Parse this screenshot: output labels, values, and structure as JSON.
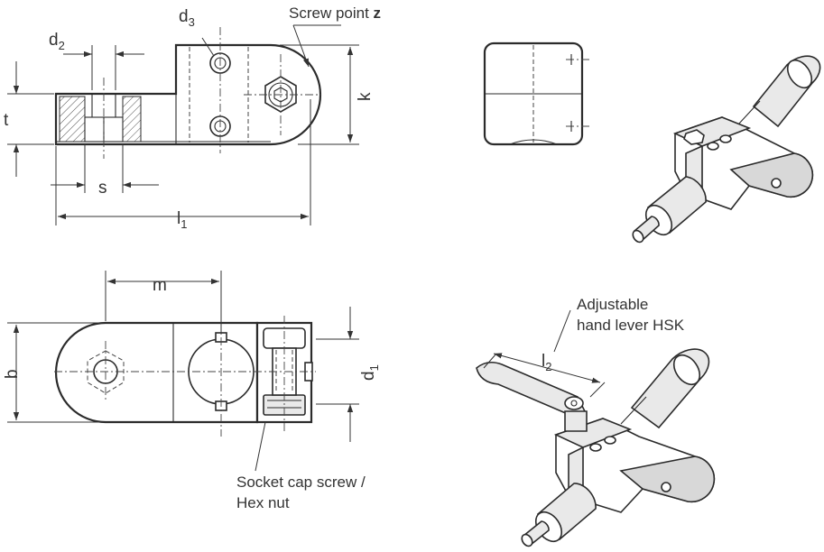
{
  "labels": {
    "d2_main": "d",
    "d2_sub": "2",
    "d3_main": "d",
    "d3_sub": "3",
    "screw_point_text": "Screw point ",
    "screw_point_z": "z",
    "t": "t",
    "k": "k",
    "s": "s",
    "l1_main": "l",
    "l1_sub": "1",
    "m": "m",
    "b": "b",
    "d1_main": "d",
    "d1_sub": "1",
    "l2_main": "l",
    "l2_sub": "2",
    "hsk_line1": "Adjustable",
    "hsk_line2": "hand lever HSK",
    "screw_line1": "Socket cap screw /",
    "screw_line2": "Hex nut"
  }
}
